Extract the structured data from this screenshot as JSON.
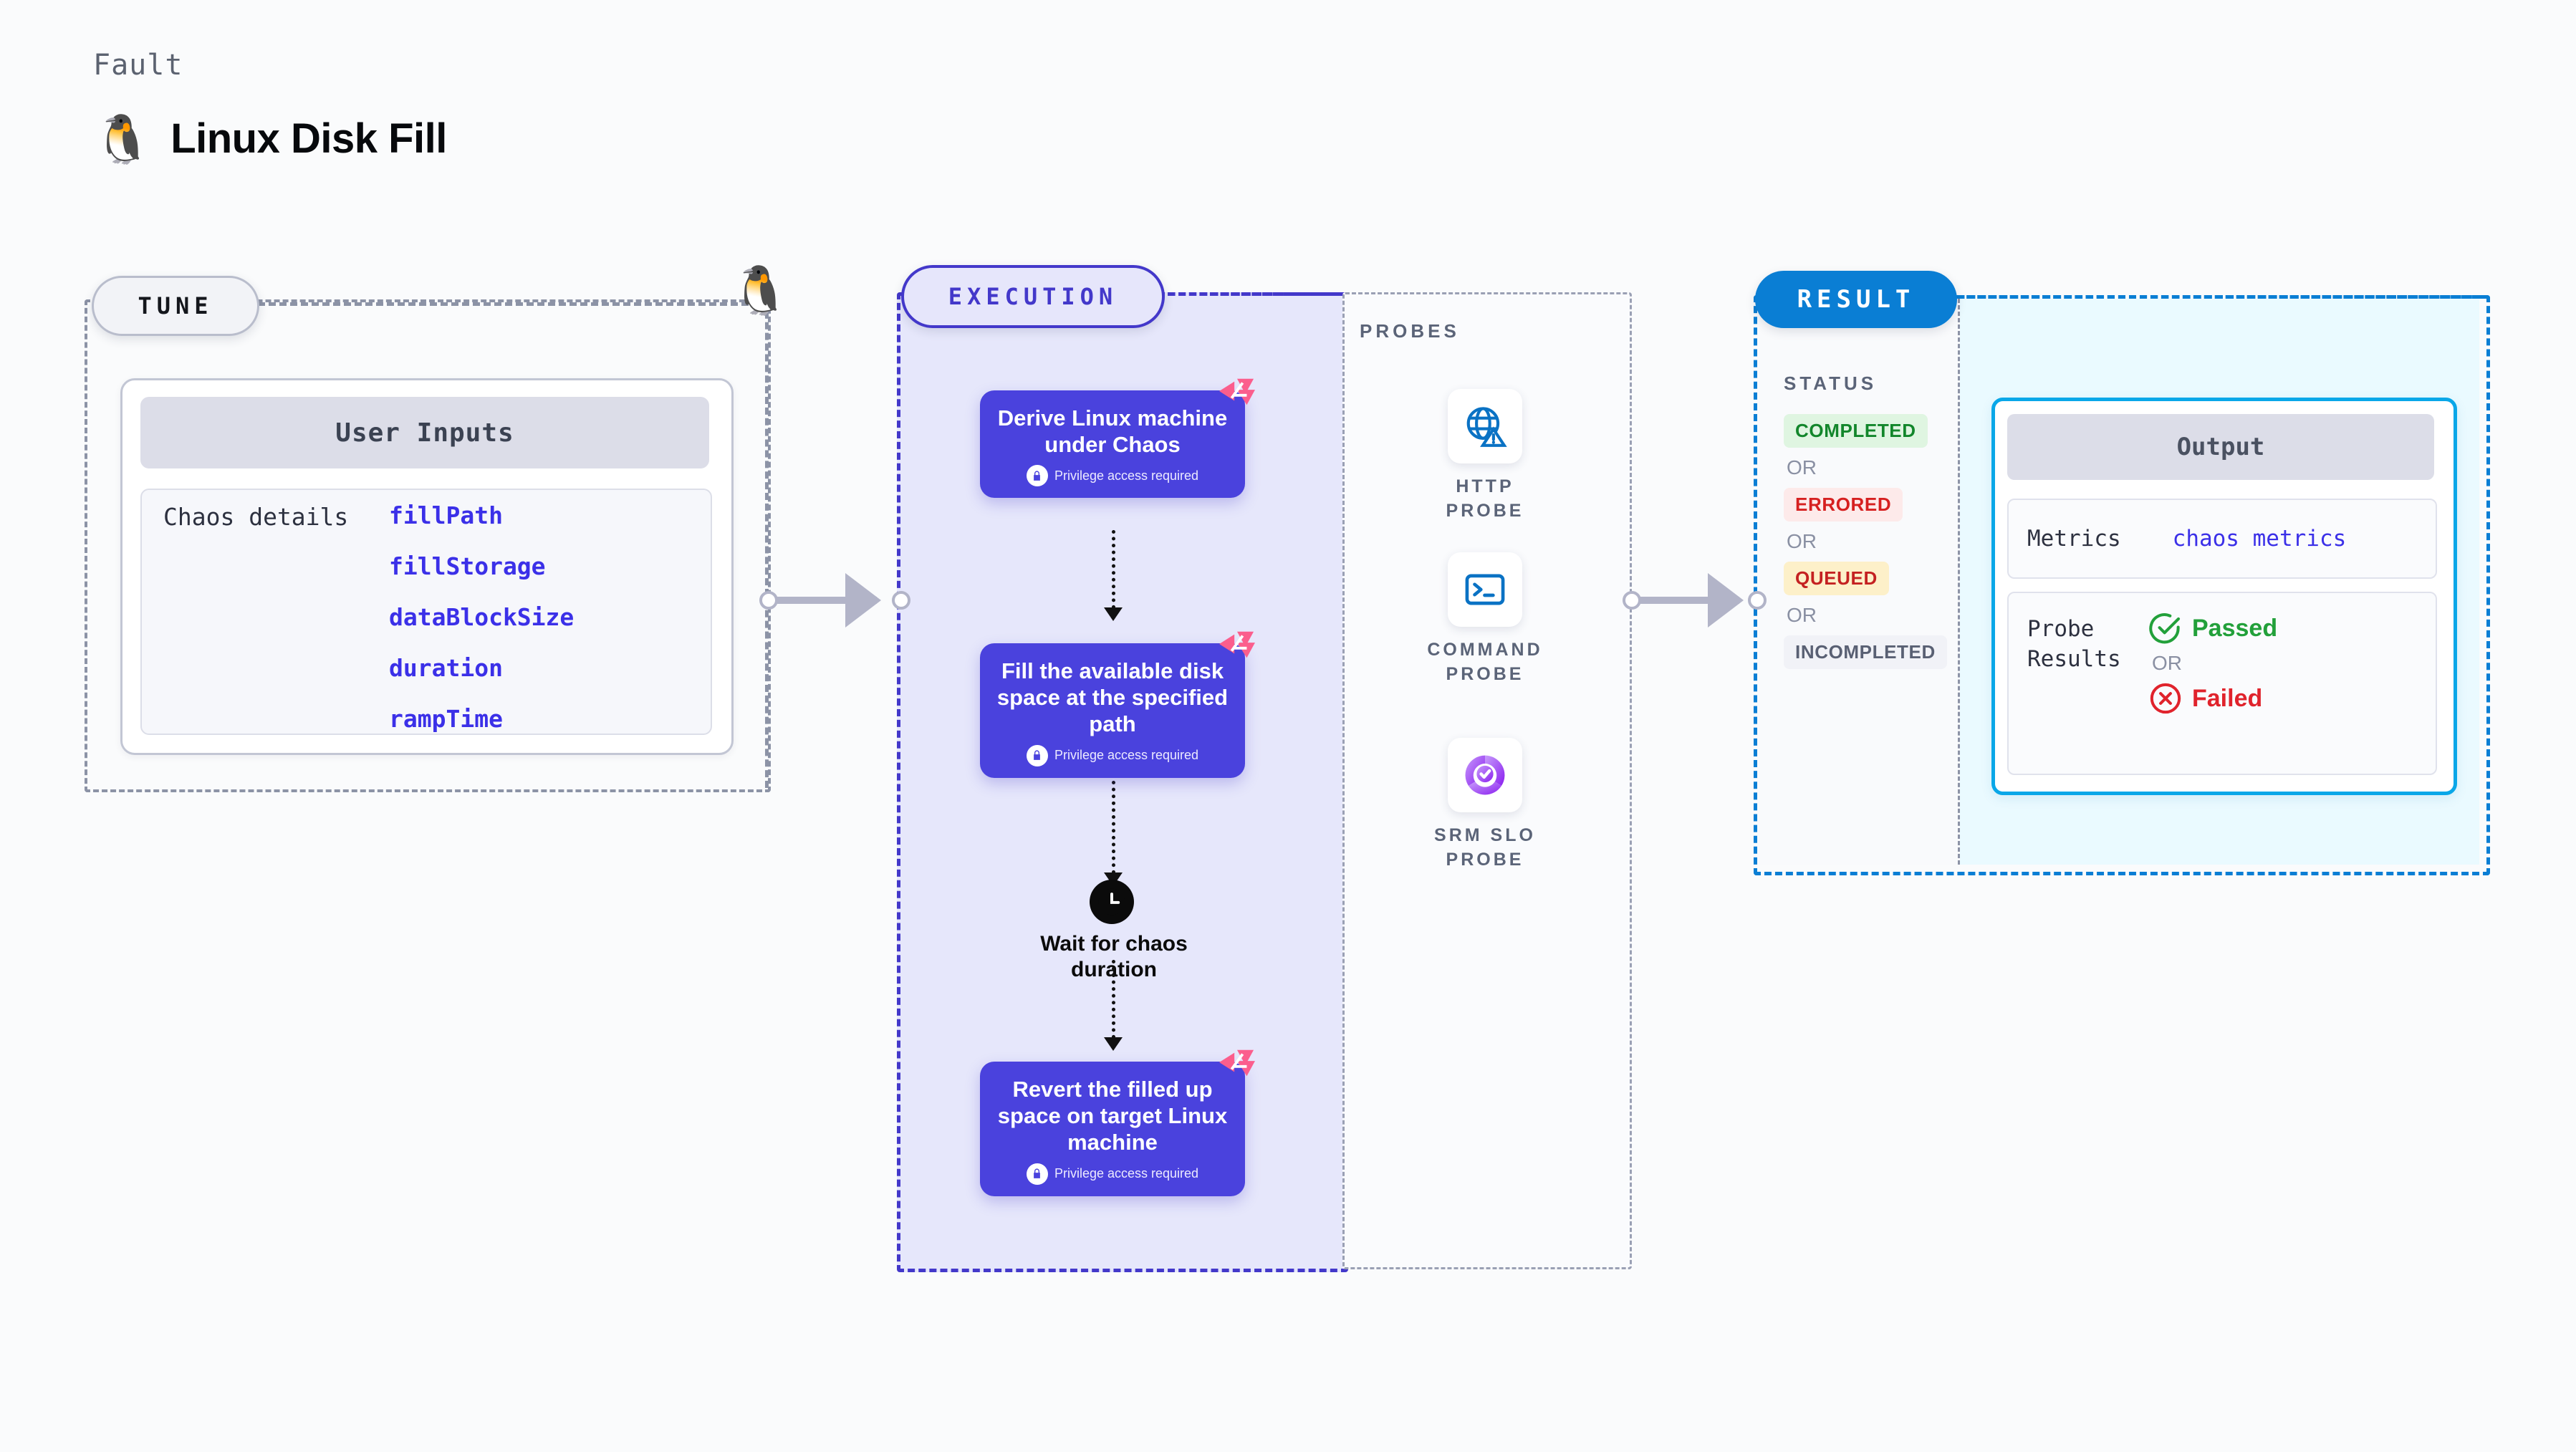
{
  "header": {
    "kicker": "Fault",
    "title": "Linux Disk Fill",
    "icon": "tux-penguin-icon",
    "tux_glyph": "🐧"
  },
  "tune": {
    "badge": "TUNE",
    "card_title": "User Inputs",
    "section_label": "Chaos details",
    "params": [
      "fillPath",
      "fillStorage",
      "dataBlockSize",
      "duration",
      "rampTime"
    ],
    "param_color": "#3b30e8",
    "border_color": "#8c93a6"
  },
  "execution": {
    "badge": "EXECUTION",
    "accent": "#4338ca",
    "fill": "#e6e7fb",
    "privilege_note": "Privilege access required",
    "steps": [
      {
        "text": "Derive Linux machine under Chaos",
        "privileged": true,
        "marker": "litmus-logo-icon"
      },
      {
        "text": "Fill the available disk space at the specified path",
        "privileged": true,
        "marker": "litmus-logo-icon"
      },
      {
        "text": "Revert the filled up space on target Linux machine",
        "privileged": true,
        "marker": "litmus-logo-icon"
      }
    ],
    "wait_node": {
      "icon": "clock-icon",
      "label": "Wait for chaos duration"
    }
  },
  "probes": {
    "label": "PROBES",
    "items": [
      {
        "name": "HTTP PROBE",
        "icon": "globe-warning-icon",
        "color": "#0a72c4"
      },
      {
        "name": "COMMAND PROBE",
        "icon": "terminal-icon",
        "color": "#0a72c4"
      },
      {
        "name": "SRM SLO PROBE",
        "icon": "slo-donut-check-icon",
        "color": "#9333ea"
      }
    ]
  },
  "result": {
    "badge": "RESULT",
    "accent": "#0a7ed4",
    "status_label": "STATUS",
    "or_label": "OR",
    "statuses": [
      {
        "label": "COMPLETED",
        "bg": "#dff5e1",
        "fg": "#12862b"
      },
      {
        "label": "ERRORED",
        "bg": "#fdeaea",
        "fg": "#d62020"
      },
      {
        "label": "QUEUED",
        "bg": "#fdf0c9",
        "fg": "#c42121"
      },
      {
        "label": "INCOMPLETED",
        "bg": "#f1f2f7",
        "fg": "#596073"
      }
    ],
    "output": {
      "title": "Output",
      "metrics_key": "Metrics",
      "metrics_value": "chaos metrics",
      "probe_results_key": "Probe Results",
      "passed_label": "Passed",
      "failed_label": "Failed",
      "or_label": "OR",
      "passed_color": "#22a03a",
      "failed_color": "#e0232c",
      "border_color": "#09a7e8"
    }
  }
}
